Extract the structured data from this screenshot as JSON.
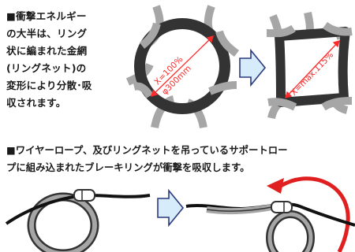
{
  "text_block_1": {
    "lines": [
      "■衝撃エネルギー",
      "の大半は、リング",
      "状に編まれた金網",
      "(リングネット)の",
      "変形により分散･吸",
      "収されます。"
    ]
  },
  "diagram_1": {
    "before_label_line1": "X=100%",
    "before_label_line2": "φ300mm",
    "after_label": "X=max.115%"
  },
  "text_block_2": {
    "lines": [
      "■ワイヤーロープ、及びリングネットを吊っているサポートロー",
      "プに組み込まれたブレーキリングが衝撃を吸収します。"
    ]
  },
  "colors": {
    "ring_dark": "#333333",
    "wire_gray": "#a6a6a6",
    "label_red": "#ff2a2a",
    "arrow_fill": "#d6ecfa",
    "arrow_stroke": "#2b3a7a",
    "motion_red": "#e02020"
  }
}
